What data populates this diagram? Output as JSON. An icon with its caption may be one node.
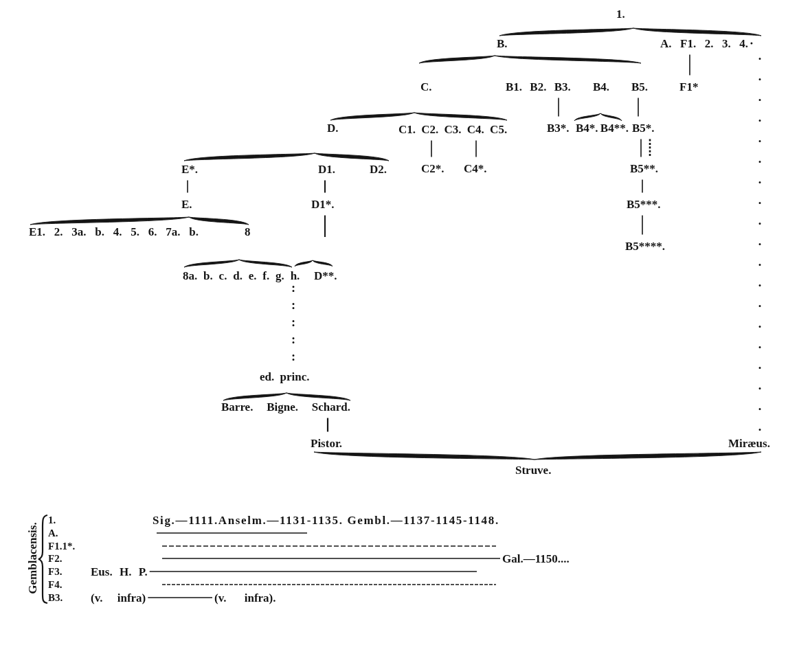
{
  "diagram": {
    "nodes": [
      {
        "text": [
          "A. F1. 2. 3. 4."
        ]
      },
      {
        "text": [
          "B1. B2. B3."
        ]
      },
      {
        "text": [
          "B5."
        ]
      },
      {
        "text": [
          "F1*"
        ]
      },
      {
        "text": [
          "C1. C2. C3. C4. C5."
        ]
      },
      {
        "text": [
          "B3*."
        ]
      },
      {
        "text": [
          "B5*."
        ]
      },
      {
        "text": [
          "E*."
        ]
      },
      {
        "text": [
          "D1."
        ]
      },
      {
        "text": [
          "C2*."
        ]
      },
      {
        "text": [
          "C4*."
        ]
      },
      {
        "text": [
          "B5**."
        ]
      },
      {
        "text": [
          "E."
        ]
      },
      {
        "text": [
          "D1*."
        ]
      },
      {
        "text": [
          "B5***."
        ]
      },
      {
        "text": [
          "B5****."
        ]
      },
      {
        "text": [
          "8a. b. c. d. e. f. g. h."
        ]
      },
      {
        "text": [
          "ed. princ."
        ]
      },
      {
        "text": [
          "Barre. Bigne. Schard."
        ]
      },
      {
        "text": [
          "Pistor."
        ]
      },
      {
        "text": [
          "Miræus."
        ]
      },
      {
        "text": [
          "Gal.—1150...."
        ]
      },
      {
        "text": [
          "Eus. H. P."
        ]
      },
      {
        "text": [
          "(v. infra)"
        ]
      },
      {
        "text": [
          "(v. infra)."
        ]
      }
    ],
    "edges": [
      {
        "from": 0,
        "to": 3,
        "arrow": "none"
      },
      {
        "from": 0,
        "to": 20,
        "arrow": "none",
        "style": "dashed"
      },
      {
        "from": 1,
        "to": 5,
        "arrow": "none"
      },
      {
        "from": 2,
        "to": 6,
        "arrow": "none"
      },
      {
        "from": 6,
        "to": 11,
        "arrow": "none"
      },
      {
        "from": 6,
        "to": 11,
        "arrow": "none",
        "style": "dashed"
      },
      {
        "from": 11,
        "to": 14,
        "arrow": "none"
      },
      {
        "from": 14,
        "to": 15,
        "arrow": "none"
      },
      {
        "from": 4,
        "to": 9,
        "arrow": "none"
      },
      {
        "from": 4,
        "to": 10,
        "arrow": "none"
      },
      {
        "from": 7,
        "to": 12,
        "arrow": "none"
      },
      {
        "from": 8,
        "to": 13,
        "arrow": "none"
      },
      {
        "from": 13,
        "to": null,
        "arrow": "none"
      },
      {
        "from": 16,
        "to": 17,
        "arrow": "none",
        "style": "dashed"
      },
      {
        "from": 18,
        "to": 19,
        "arrow": "none"
      },
      {
        "from": null,
        "to": 21,
        "arrow": "none"
      },
      {
        "from": 22,
        "to": null,
        "arrow": "none"
      },
      {
        "from": 23,
        "to": 24,
        "arrow": "none"
      }
    ],
    "labels": [
      "1.",
      "B.",
      "C.",
      "B4.",
      "D.",
      "B4*. B4**.",
      "D2.",
      "E1. 2. 3a. b. 4. 5. 6. 7a. b.",
      "8",
      "D**.",
      "Struve.",
      "Gemblacensis.",
      "1.",
      "Sig.—1111.Anselm.—1131-1135. Gembl.—1137-1145-1148.",
      "A.",
      "F1.1*.",
      "F2.",
      "F3.",
      "F4.",
      "B3."
    ]
  }
}
